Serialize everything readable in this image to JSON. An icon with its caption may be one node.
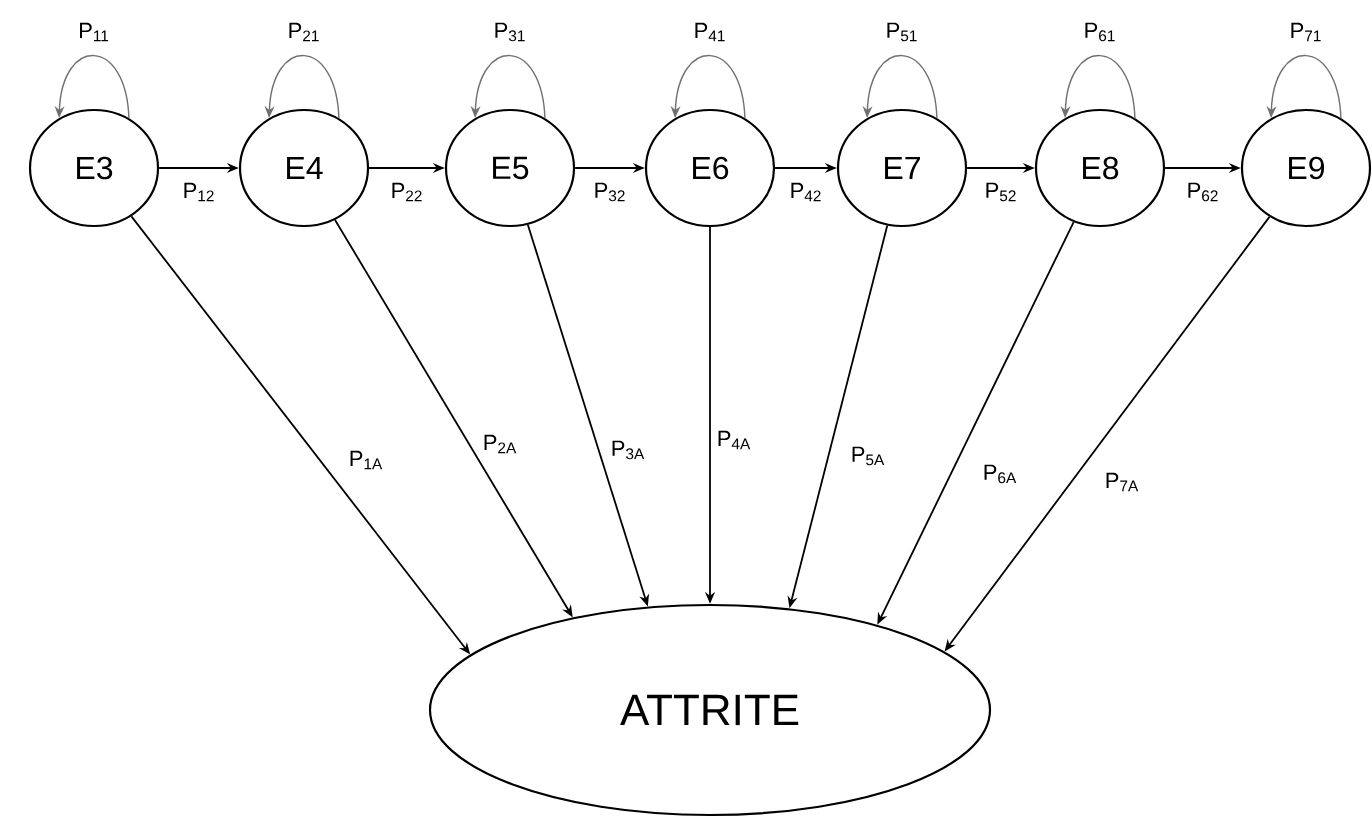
{
  "diagram": {
    "nodes": [
      {
        "text": [
          "E3"
        ]
      },
      {
        "text": [
          "E4"
        ]
      },
      {
        "text": [
          "E5"
        ]
      },
      {
        "text": [
          "E6"
        ]
      },
      {
        "text": [
          "E7"
        ]
      },
      {
        "text": [
          "E8"
        ]
      },
      {
        "text": [
          "E9"
        ]
      },
      {
        "text": [
          "ATTRITE"
        ]
      }
    ],
    "edges": [
      {
        "from": 0,
        "to": 0,
        "arrow": "to",
        "label": "P$_{11}$",
        "color": "#707070"
      },
      {
        "from": 1,
        "to": 1,
        "arrow": "to",
        "label": "P$_{21}$",
        "color": "#707070"
      },
      {
        "from": 2,
        "to": 2,
        "arrow": "to",
        "label": "P$_{31}$",
        "color": "#707070"
      },
      {
        "from": 3,
        "to": 3,
        "arrow": "to",
        "label": "P$_{41}$",
        "color": "#707070"
      },
      {
        "from": 4,
        "to": 4,
        "arrow": "to",
        "label": "P$_{51}$",
        "color": "#707070"
      },
      {
        "from": 5,
        "to": 5,
        "arrow": "to",
        "label": "P$_{61}$",
        "color": "#707070"
      },
      {
        "from": 6,
        "to": 6,
        "arrow": "to",
        "label": "P$_{71}$",
        "color": "#707070"
      },
      {
        "from": 0,
        "to": 1,
        "arrow": "to",
        "label": "P$_{12}$"
      },
      {
        "from": 1,
        "to": 2,
        "arrow": "to",
        "label": "P$_{22}$"
      },
      {
        "from": 2,
        "to": 3,
        "arrow": "to",
        "label": "P$_{32}$"
      },
      {
        "from": 3,
        "to": 4,
        "arrow": "to",
        "label": "P$_{42}$"
      },
      {
        "from": 4,
        "to": 5,
        "arrow": "to",
        "label": "P$_{52}$"
      },
      {
        "from": 5,
        "to": 6,
        "arrow": "to",
        "label": "P$_{62}$"
      },
      {
        "from": 0,
        "to": 7,
        "arrow": "to",
        "label": "P$_{1A}$"
      },
      {
        "from": 1,
        "to": 7,
        "arrow": "to",
        "label": "P$_{2A}$"
      },
      {
        "from": 2,
        "to": 7,
        "arrow": "to",
        "label": "P$_{3A}$"
      },
      {
        "from": 3,
        "to": 7,
        "arrow": "to",
        "label": "P$_{4A}$"
      },
      {
        "from": 4,
        "to": 7,
        "arrow": "to",
        "label": "P$_{5A}$"
      },
      {
        "from": 5,
        "to": 7,
        "arrow": "to",
        "label": "P$_{6A}$"
      },
      {
        "from": 6,
        "to": 7,
        "arrow": "to",
        "label": "P$_{7A}$"
      }
    ]
  }
}
